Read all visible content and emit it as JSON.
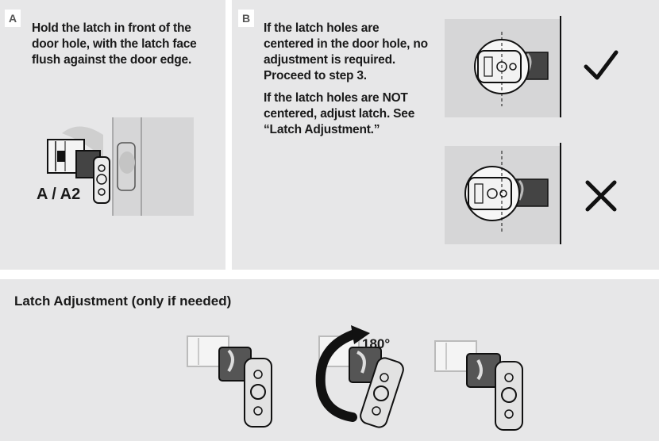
{
  "step_a": {
    "badge": "A",
    "text": "Hold the latch in front of the\ndoor hole, with the latch face\nflush against the door edge.",
    "figure_label": "A / A2"
  },
  "step_b": {
    "badge": "B",
    "text_centered": "If the latch holes are\ncentered in the door hole, no\nadjustment is required.\nProceed to step 3.",
    "text_not_centered": "If the latch holes are NOT\ncentered, adjust latch. See\n“Latch Adjustment.”",
    "result_correct_icon": "checkmark-icon",
    "result_incorrect_icon": "x-icon"
  },
  "latch_adjustment": {
    "title": "Latch Adjustment (only if needed)",
    "rotation_label": "180°",
    "rotation_icon": "rotate-arrow-icon"
  },
  "colors": {
    "panel_bg": "#e7e7e8",
    "door_bg": "#d6d6d7",
    "ink": "#1a1a1a"
  }
}
